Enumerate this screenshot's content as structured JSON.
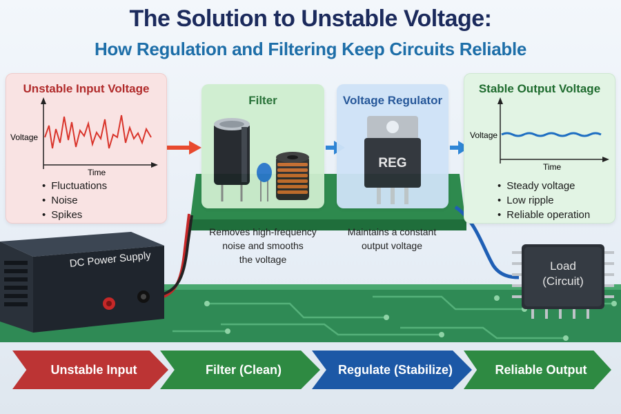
{
  "header": {
    "title": "The Solution to Unstable Voltage:",
    "subtitle": "How Regulation and Filtering Keep Circuits Reliable"
  },
  "panels": {
    "unstable": {
      "title": "Unstable Input Voltage",
      "ylabel": "Voltage",
      "xlabel": "Time",
      "bullets": [
        "Fluctuations",
        "Noise",
        "Spikes"
      ]
    },
    "filter": {
      "title": "Filter",
      "description": [
        "Removes high-frequency",
        "noise and smooths",
        "the voltage"
      ]
    },
    "regulator": {
      "title": "Voltage Regulator",
      "chip_label": "REG",
      "description": [
        "Maintains a constant",
        "output voltage"
      ]
    },
    "stable": {
      "title": "Stable Output Voltage",
      "ylabel": "Voltage",
      "xlabel": "Time",
      "bullets": [
        "Steady voltage",
        "Low ripple",
        "Reliable operation"
      ]
    }
  },
  "power_supply": {
    "label": "DC Power Supply"
  },
  "load": {
    "line1": "Load",
    "line2": "(Circuit)"
  },
  "flow": [
    "Unstable Input",
    "Filter (Clean)",
    "Regulate (Stabilize)",
    "Reliable Output"
  ],
  "colors": {
    "title": "#1b2a5c",
    "subtitle": "#1d6ea8",
    "unstable": "#bc3434",
    "filter": "#2e8a42",
    "regulate": "#1c58a6",
    "output": "#2e8a42",
    "pcb": "#2f8a55"
  }
}
